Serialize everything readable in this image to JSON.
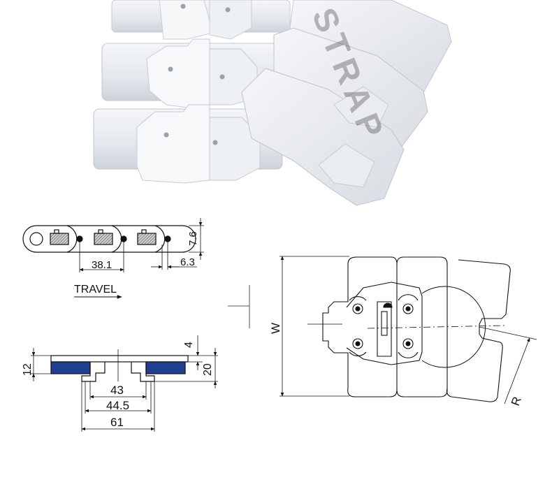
{
  "photo": {
    "watermark": "STRAP"
  },
  "side_view": {
    "pitch_label": "38.1",
    "gap_label": "6.3",
    "height_label": "7.6",
    "direction_label": "TRAVEL"
  },
  "section_view": {
    "dims": {
      "left_height": "12",
      "right_total": "20",
      "top_offset": "4",
      "inner_width": "43",
      "mid_width": "44.5",
      "outer_width": "61"
    },
    "insert_color": "#1f3f8f"
  },
  "plan_view": {
    "width_label": "W",
    "radius_label": "R"
  }
}
